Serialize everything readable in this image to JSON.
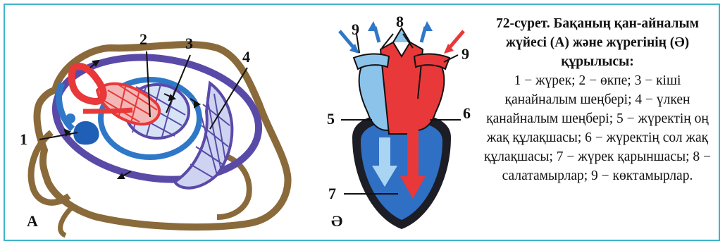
{
  "caption": {
    "title": "72-сурет. Бақаның қан-айналым жүйесі (А) және жүрегінің (Ә) құрылысы:",
    "body": "1 − жүрек; 2 − өкпе; 3 − кіші қанайналым шеңбері; 4 − үлкен қанайналым шеңбері; 5 − жүректің оң жақ құлақшасы; 6 − жүректің сол жақ құлақшасы; 7 − жүрек қарыншасы; 8 − салатамырлар; 9 − көктамырлар."
  },
  "figure_a": {
    "letter": "А",
    "labels": {
      "l1": "1",
      "l2": "2",
      "l3": "3",
      "l4": "4"
    }
  },
  "figure_b": {
    "letter": "Ә",
    "labels": {
      "l5": "5",
      "l6": "6",
      "l7": "7",
      "l8": "8",
      "l9_left": "9",
      "l9_right": "9"
    }
  },
  "colors": {
    "frame": "#3fb6c9",
    "arterial_red": "#e8383a",
    "venous_blue": "#2f78c8",
    "light_blue": "#8cc3ea",
    "mixed_purple": "#5a4aa8",
    "frog_outline": "#8a6a3a",
    "ventricle_dark": "#1d1d25"
  }
}
